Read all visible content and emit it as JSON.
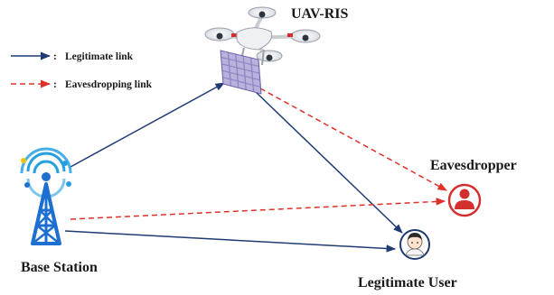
{
  "legend": {
    "legitimate_label": "Legitimate link",
    "eavesdropping_label": "Eavesdropping link",
    "separator": ":"
  },
  "nodes": {
    "uav_ris": {
      "label": "UAV-RIS",
      "icon": "drone-with-ris-panel-icon"
    },
    "base_station": {
      "label": "Base Station",
      "icon": "antenna-tower-icon"
    },
    "eavesdropper": {
      "label": "Eavesdropper",
      "icon": "person-red-icon"
    },
    "legitimate_user": {
      "label": "Legitimate User",
      "icon": "person-avatar-icon"
    }
  },
  "colors": {
    "legitimate_link": "#1f3b73",
    "eavesdropping_link": "#e0302a",
    "antenna_blue": "#1d6fd1",
    "eavesdropper_red": "#d32f2f",
    "ris_panel": "#b9b2dc"
  }
}
